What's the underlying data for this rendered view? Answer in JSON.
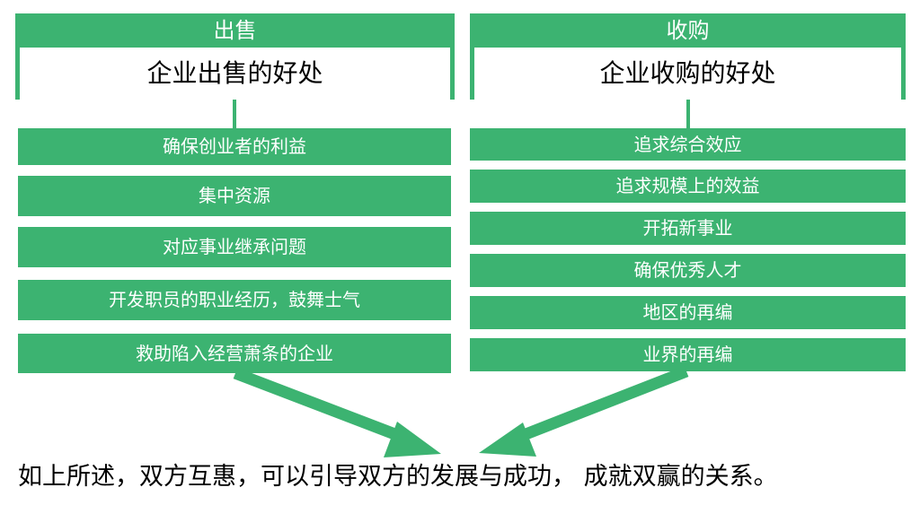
{
  "colors": {
    "accent": "#3cb371",
    "text": "#000000",
    "background": "#ffffff"
  },
  "left": {
    "title": "出售",
    "subtitle": "企业出售的好处",
    "items": [
      "确保创业者的利益",
      "集中资源",
      "对应事业继承问题",
      "开发职员的职业经历，鼓舞士气",
      "救助陷入经营萧条的企业"
    ]
  },
  "right": {
    "title": "收购",
    "subtitle": "企业收购的好处",
    "items": [
      "追求综合效应",
      "追求规模上的效益",
      "开拓新事业",
      "确保优秀人才",
      "地区的再编",
      "业界的再编"
    ]
  },
  "conclusion": "如上所述，双方互惠，可以引导双方的发展与成功， 成就双赢的关系。"
}
